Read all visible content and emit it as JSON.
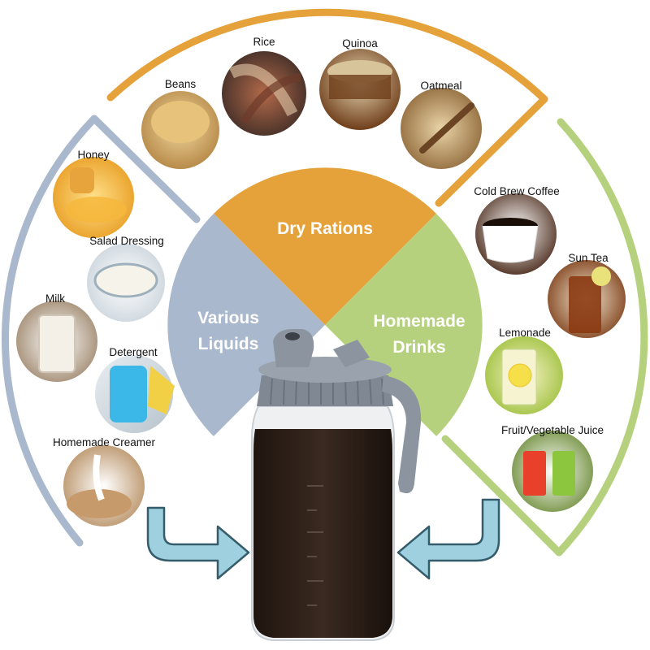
{
  "sectors": {
    "dry": {
      "title": "Dry Rations",
      "color": "#E5A23A"
    },
    "liquids": {
      "title_line1": "Various",
      "title_line2": "Liquids",
      "color": "#A9B8CC"
    },
    "drinks": {
      "title_line1": "Homemade",
      "title_line2": "Drinks",
      "color": "#B6D17E"
    }
  },
  "items": {
    "rice": "Rice",
    "quinoa": "Quinoa",
    "beans": "Beans",
    "oatmeal": "Oatmeal",
    "honey": "Honey",
    "salad_dressing": "Salad Dressing",
    "milk": "Milk",
    "detergent": "Detergent",
    "homemade_creamer": "Homemade Creamer",
    "cold_brew_coffee": "Cold Brew Coffee",
    "sun_tea": "Sun Tea",
    "lemonade": "Lemonade",
    "fruit_vegetable_juice": "Fruit/Vegetable Juice"
  },
  "jar": {
    "lid_color": "#7F8893",
    "liquid_color": "#2E1E16"
  },
  "arrow_color": "#9FD0E0"
}
